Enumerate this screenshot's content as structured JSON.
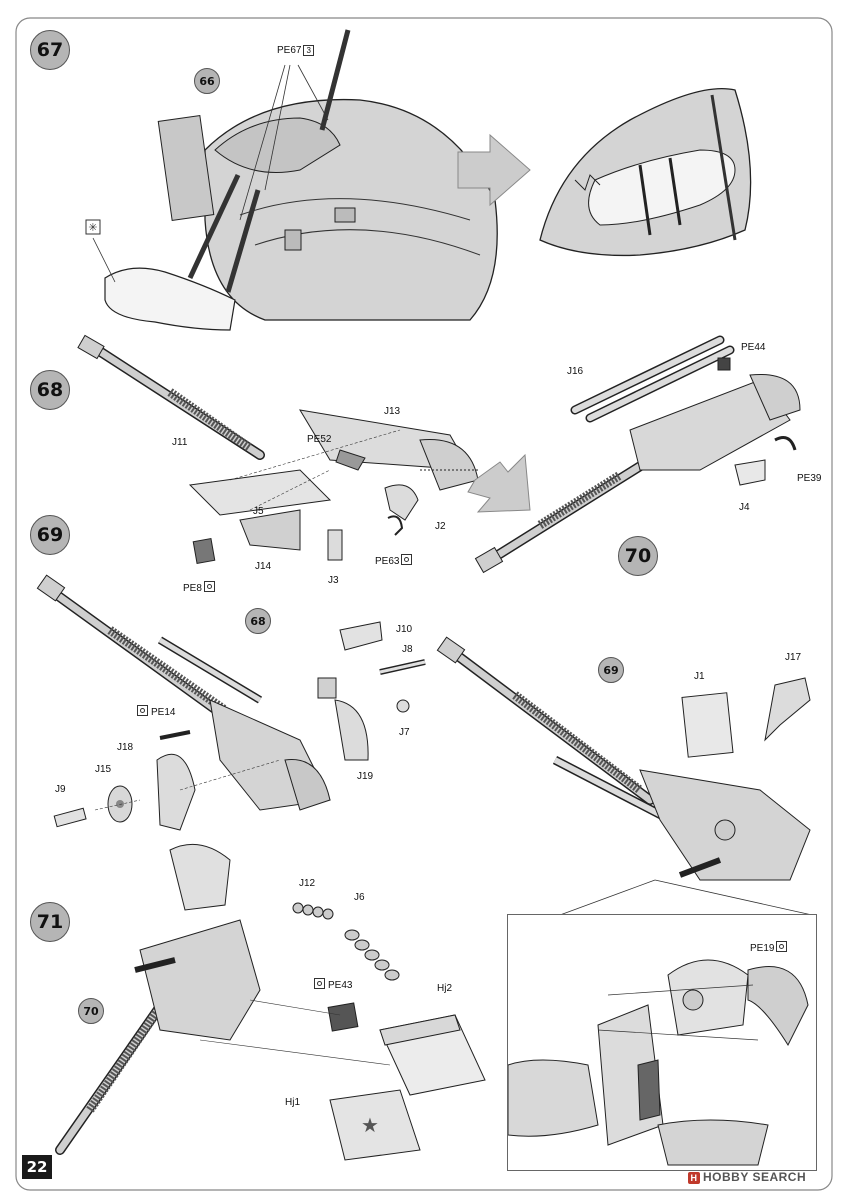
{
  "page": {
    "number": "22"
  },
  "watermark": {
    "icon": "H",
    "text": "HOBBY SEARCH"
  },
  "steps": [
    {
      "number": "67"
    },
    {
      "number": "68"
    },
    {
      "number": "69"
    },
    {
      "number": "70"
    },
    {
      "number": "71"
    }
  ],
  "sub_assembly_refs": [
    "66",
    "68",
    "69",
    "70"
  ],
  "labels": {
    "pe67": "PE67",
    "pe67_qty": "3",
    "j11": "J11",
    "j13": "J13",
    "pe52": "PE52",
    "j5": "J5",
    "j2": "J2",
    "pe63": "PE63",
    "pe8": "PE8",
    "j14": "J14",
    "j3": "J3",
    "j16": "J16",
    "pe44": "PE44",
    "pe39": "PE39",
    "j4": "J4",
    "j10": "J10",
    "j8": "J8",
    "pe14": "PE14",
    "j7": "J7",
    "j18": "J18",
    "j15": "J15",
    "j9": "J9",
    "j19": "J19",
    "j1": "J1",
    "j17": "J17",
    "j12": "J12",
    "j6": "J6",
    "pe43": "PE43",
    "hj2": "Hj2",
    "hj1": "Hj1",
    "pe19": "PE19"
  },
  "colors": {
    "part_fill": "#cfcfcf",
    "part_stroke": "#222222",
    "arrow_fill": "#cccccc",
    "badge": "#b5b5b5"
  },
  "icons": [
    "photo-etch-icon",
    "quantity-icon",
    "tissue-icon",
    "flow-arrow-icon"
  ]
}
